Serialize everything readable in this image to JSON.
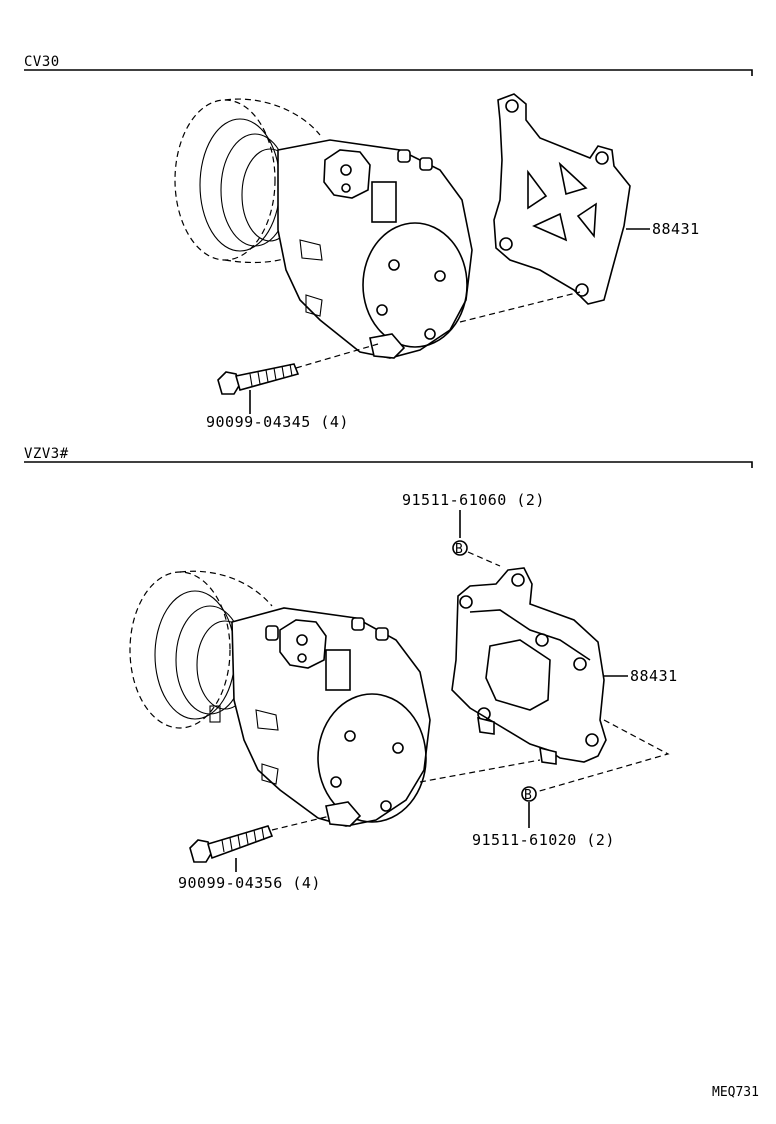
{
  "sections": [
    {
      "header": "CV30",
      "labels": {
        "bracket": "88431",
        "bolt": "90099-04345 (4)"
      }
    },
    {
      "header": "VZV3#",
      "labels": {
        "bracket": "88431",
        "upper_bolt": "91511-61060 (2)",
        "lower_bolt": "91511-61020 (2)",
        "bolt": "90099-04356 (4)"
      }
    }
  ],
  "diagram_code": "MEQ731"
}
